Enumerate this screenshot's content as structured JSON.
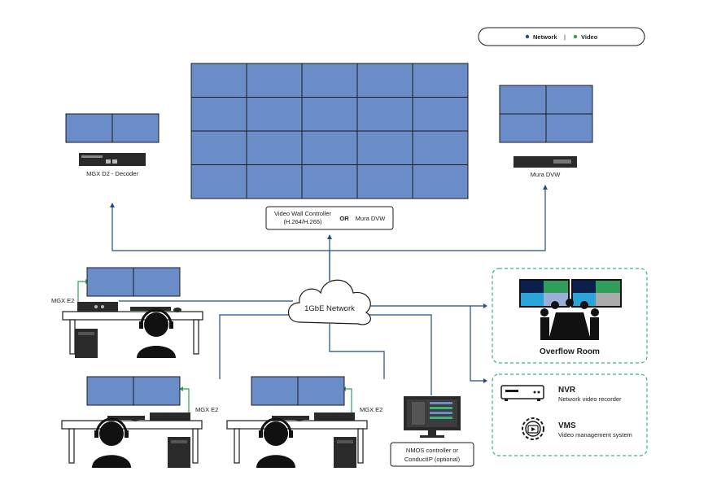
{
  "legend": {
    "network": "Network",
    "separator": "|",
    "video": "Video",
    "colors": {
      "network": "#1f4e8c",
      "video": "#2f9e5b"
    }
  },
  "nodes": {
    "decoder_label": "MGX D2 - Decoder",
    "mura_label": "Mura DVW",
    "controller_line1": "Video Wall Controller",
    "controller_line2": "(H.264/H.265)",
    "controller_or": "OR",
    "controller_alt": "Mura DVW",
    "network_label": "1GbE Network",
    "encoder_top_label": "MGX E2",
    "encoder_left_label": "MGX E2",
    "encoder_right_label": "MGX E2",
    "overflow_label": "Overflow Room",
    "nmos_line1": "NMOS controller or",
    "nmos_line2": "ConductIP (optional)",
    "nvr_title": "NVR",
    "nvr_desc": "Network video recorder",
    "vms_title": "VMS",
    "vms_desc": "Video management system"
  }
}
